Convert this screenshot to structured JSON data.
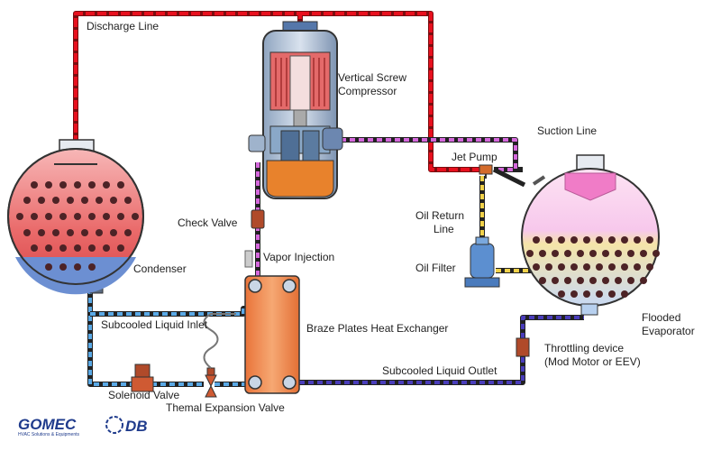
{
  "labels": {
    "discharge_line": "Discharge Line",
    "compressor_line1": "Vertical Screw",
    "compressor_line2": "Compressor",
    "suction_line": "Suction Line",
    "jet_pump": "Jet Pump",
    "check_valve": "Check Valve",
    "vapor_injection": "Vapor Injection",
    "oil_return_line1": "Oil Return",
    "oil_return_line2": "Line",
    "oil_filter": "Oil Filter",
    "condenser": "Condenser",
    "flooded_evaporator_line1": "Flooded",
    "flooded_evaporator_line2": "Evaporator",
    "subcooled_liquid_inlet": "Subcooled Liquid Inlet",
    "braze_plates_heat_exchanger": "Braze Plates Heat Exchanger",
    "throttling_device_line1": "Throttling device",
    "throttling_device_line2": "(Mod Motor or EEV)",
    "subcooled_liquid_outlet": "Subcooled Liquid Outlet",
    "solenoid_valve": "Solenoid Valve",
    "thermal_expansion_valve": "Themal Expansion Valve"
  },
  "logos": {
    "brand1": "GOMEC",
    "brand1_tagline": "HVAC Solutions & Equipments",
    "brand2": "DB"
  },
  "colors": {
    "discharge": "#e8101e",
    "suction": "#c94fd3",
    "liquid": "#5aa9e6",
    "subcooled": "#3a2f9e",
    "oil": "#f2d24a",
    "heat_exchanger": "#f0935a",
    "brand": "#1f3b8c"
  }
}
